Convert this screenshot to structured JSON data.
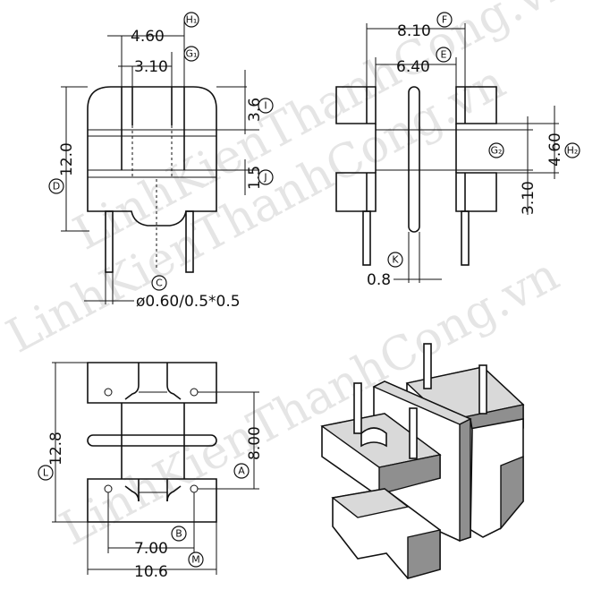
{
  "dimensions": {
    "top_left": {
      "d1": "4.60",
      "d2": "3.10",
      "d3": "3.6",
      "d4": "12.0",
      "d5": "1.5",
      "d6": "ø0.60/0.5*0.5"
    },
    "top_right": {
      "d1": "8.10",
      "d2": "6.40",
      "d3": "4.60",
      "d4": "3.10",
      "d5": "0.8"
    },
    "bottom_left": {
      "d1": "12.8",
      "d2": "8.00",
      "d3": "7.00",
      "d4": "10.6"
    }
  },
  "markers": {
    "H1": "H₁",
    "G1": "G₁",
    "I": "I",
    "J": "J",
    "D": "D",
    "C": "C",
    "F": "F",
    "E": "E",
    "G2": "G₂",
    "H2": "H₂",
    "K": "K",
    "L": "L",
    "A": "A",
    "B": "B",
    "M": "M"
  },
  "watermark": "LinhKienThanhCong.vn"
}
